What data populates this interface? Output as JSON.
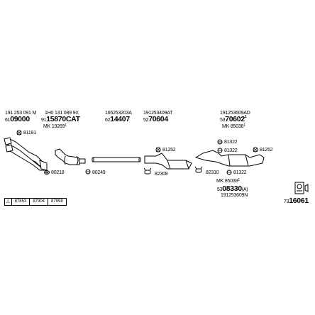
{
  "parts": {
    "p1_partno": "191 253 091 M",
    "p1_price_prefix": "61",
    "p1_price_main": "09000",
    "p1_clamp": "81191",
    "p1_gasket": "80218",
    "p2_partno": "1H0 131 089 9X",
    "p2_price_prefix": "91",
    "p2_price_main": "15870CAT",
    "p2_mk": "MK  19269",
    "p2_mk_sup": "1",
    "p2_clamp": "80249",
    "p3_partno": "165253203A",
    "p3_price_prefix": "62",
    "p3_price_main": "14407",
    "p4_partno": "191253409AT",
    "p4_price_prefix": "52",
    "p4_price_main": "70604",
    "p4_clamp": "81252",
    "p4_hanger": "82308",
    "p5_partno": "191253609AD",
    "p5_price_prefix": "53",
    "p5_price_main": "70602",
    "p5_price_sup": "1",
    "p5_mk": "MK  85038",
    "p5_mk_sup": "1",
    "p5_clamp1": "81322",
    "p5_clamp2": "81322",
    "p5_clamp3": "81252",
    "p5_clamp4": "81322",
    "p5_hanger": "82310",
    "p6_mk": "MK  85038",
    "p6_mk_sup": "1",
    "p6_price_prefix": "53",
    "p6_price_main": "08330",
    "p6_price_suffix": "(A)",
    "p6_partno": "191253609N",
    "diagram_id_prefix": "73",
    "diagram_id_main": "16061"
  },
  "strip": {
    "cells": [
      "87853",
      "87904",
      "87998"
    ]
  },
  "icons": {
    "strip_start": "A-triangle-icon",
    "kit": "mounting-kit-icon"
  }
}
